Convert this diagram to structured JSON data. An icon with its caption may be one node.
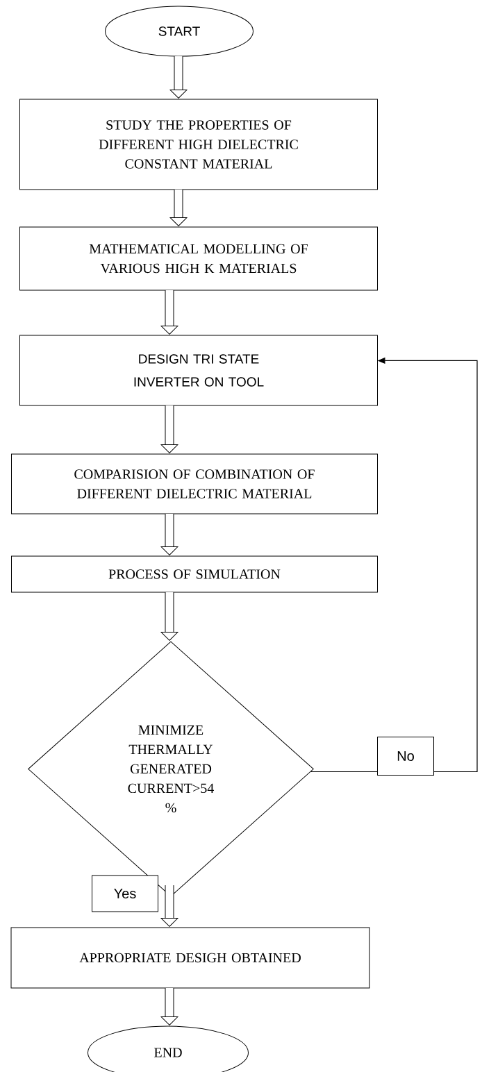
{
  "diagram": {
    "nodes": [
      {
        "text": [
          "START"
        ]
      },
      {
        "text": [
          "STUDY THE PROPERTIES OF DIFFERENT HIGH DIELECTRIC CONSTANT MATERIAL"
        ]
      },
      {
        "text": [
          "MATHEMATICAL MODELLING OF VARIOUS HIGH K MATERIALS"
        ]
      },
      {
        "text": [
          "DESIGN TRI STATE INVERTER ON TOOL"
        ]
      },
      {
        "text": [
          "COMPARISION OF COMBINATION OF DIFFERENT DIELECTRIC MATERIAL"
        ]
      },
      {
        "text": [
          "PROCESS OF SIMULATION"
        ]
      },
      {
        "text": [
          "MINIMIZE THERMALLY GENERATED CURRENT>54 %"
        ]
      },
      {
        "text": [
          "APPROPRIATE DESIGH OBTAINED"
        ]
      },
      {
        "text": [
          "END"
        ]
      }
    ],
    "edges": [
      {
        "from": 0,
        "to": 1,
        "arrow": "to"
      },
      {
        "from": 1,
        "to": 2,
        "arrow": "to"
      },
      {
        "from": 2,
        "to": 3,
        "arrow": "to"
      },
      {
        "from": 3,
        "to": 4,
        "arrow": "to"
      },
      {
        "from": 4,
        "to": 5,
        "arrow": "to"
      },
      {
        "from": 5,
        "to": 6,
        "arrow": "to"
      },
      {
        "from": 6,
        "to": 3,
        "arrow": "to",
        "label": "No"
      },
      {
        "from": 6,
        "to": 7,
        "arrow": "to",
        "label": "Yes"
      },
      {
        "from": 7,
        "to": 8,
        "arrow": "to"
      }
    ]
  }
}
